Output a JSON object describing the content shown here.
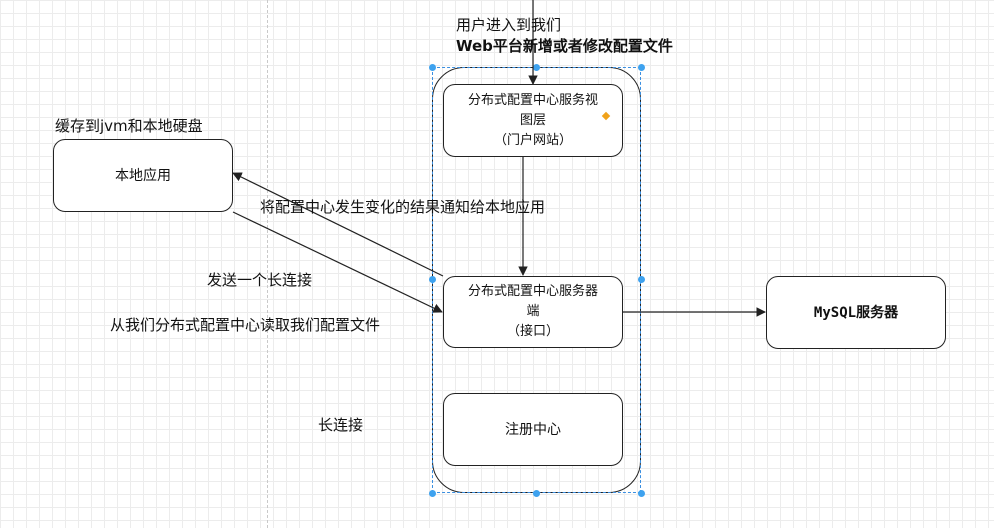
{
  "labels": {
    "user_line1": "用户进入到我们",
    "user_line2": "Web平台新增或者修改配置文件",
    "cache_label": "缓存到jvm和本地硬盘",
    "notify_label": "将配置中心发生变化的结果通知给本地应用",
    "send_conn_label": "发送一个长连接",
    "read_config_label": "从我们分布式配置中心读取我们配置文件",
    "long_conn_label": "长连接"
  },
  "nodes": {
    "local_app": "本地应用",
    "view_layer": "分布式配置中心服务视\n图层\n（门户网站）",
    "server": "分布式配置中心服务器\n端\n（接口）",
    "registry": "注册中心",
    "mysql": "MySQL服务器"
  },
  "colors": {
    "selection": "#3ea2ef",
    "stroke": "#222222",
    "marker": "#f0a21a"
  }
}
